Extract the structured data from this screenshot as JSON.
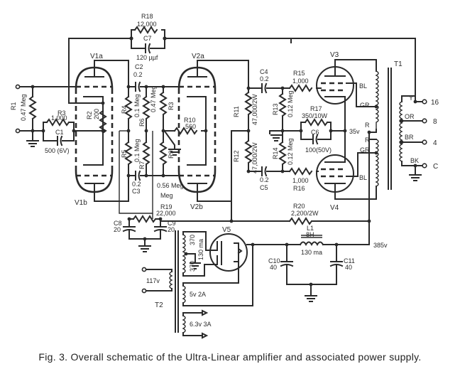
{
  "figure": {
    "caption": "Fig. 3. Overall schematic of the Ultra-Linear amplifier and associated power supply."
  },
  "tubes": {
    "v1a": "V1a",
    "v1b": "V1b",
    "v2a": "V2a",
    "v2b": "V2b",
    "v3": "V3",
    "v4": "V4",
    "v5": "V5"
  },
  "transformers": {
    "t1": "T1",
    "t2": "T2"
  },
  "components": {
    "r1": {
      "name": "R1",
      "value": "0.47 Meg"
    },
    "r2": {
      "name": "R2",
      "value": "200"
    },
    "r3": {
      "name": "R3",
      "value": "1,000"
    },
    "r3b": {
      "name": "R3"
    },
    "r4": {
      "name": "R4",
      "value": "0.1 Meg"
    },
    "r5": {
      "name": "R5",
      "value": "0.1 Meg"
    },
    "r6": {
      "name": "R6",
      "value": "0.47 Meg"
    },
    "r7": {
      "name": "R7",
      "value": "0.56 Meg"
    },
    "r9": {
      "name": "R9"
    },
    "r10": {
      "name": "R10",
      "value": "560"
    },
    "r11": {
      "name": "R11",
      "value": "47,000/2W"
    },
    "r12": {
      "name": "R12",
      "value": "47,000/2W"
    },
    "r13": {
      "name": "R13",
      "value": "0.12 Meg"
    },
    "r14": {
      "name": "R14",
      "value": "0.12 Meg"
    },
    "r15": {
      "name": "R15",
      "value": "1,000"
    },
    "r16": {
      "name": "R16",
      "value": "1,000"
    },
    "r17": {
      "name": "R17",
      "value": "350/10W"
    },
    "r18": {
      "name": "R18",
      "value": "12,000"
    },
    "r19": {
      "name": "R19",
      "value": "22,000"
    },
    "r20": {
      "name": "R20",
      "value": "2,200/2W"
    },
    "c1": {
      "name": "C1",
      "value": "500 (6V)"
    },
    "c2": {
      "name": "C2",
      "value": "0.2"
    },
    "c3": {
      "name": "C3",
      "value": "0.2"
    },
    "c4": {
      "name": "C4",
      "value": "0.2"
    },
    "c5": {
      "name": "C5",
      "value": "0.2"
    },
    "c6": {
      "name": "C6",
      "value": "100(50V)"
    },
    "c7": {
      "name": "C7",
      "value": "120 µµf"
    },
    "c8": {
      "name": "C8",
      "value": "20"
    },
    "c9": {
      "name": "C9",
      "value": "20"
    },
    "c10": {
      "name": "C10",
      "value": "40"
    },
    "c11": {
      "name": "C11",
      "value": "40"
    },
    "l1": {
      "name": "L1",
      "value": "8H",
      "current": "130 ma"
    }
  },
  "taps": {
    "bl_top": "BL",
    "gr_top": "GR",
    "r_top": "R",
    "r_bot": "R",
    "gr_bot": "GR",
    "bl_bot": "BL",
    "y": "Y",
    "or": "OR",
    "br": "BR",
    "bk": "BK"
  },
  "outputs": {
    "o16": "16",
    "o8": "8",
    "o4": "4",
    "oc": "C"
  },
  "voltages": {
    "cathode": "35v",
    "bplus": "385v"
  },
  "power": {
    "mains": "117v",
    "hv_top": "370",
    "hv_bot": "370",
    "hv_current": "130 ma",
    "fil5": "5v 2A",
    "fil63": "6.3v 3A"
  }
}
